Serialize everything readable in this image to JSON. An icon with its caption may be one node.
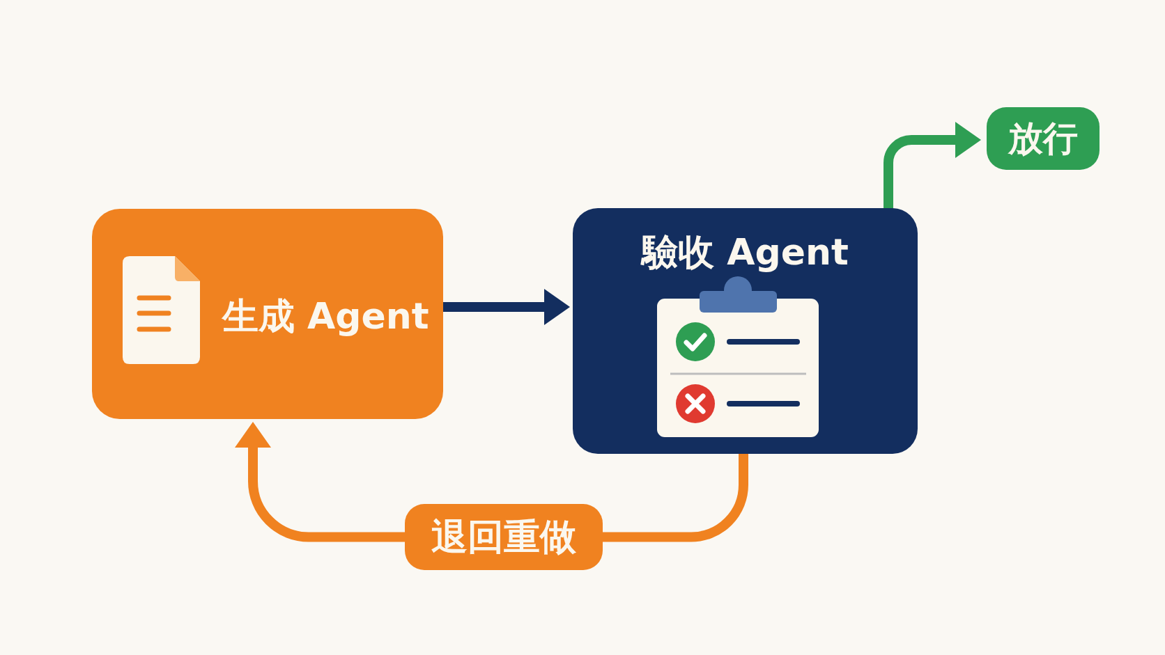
{
  "diagram": {
    "nodes": [
      {
        "text": [
          "生成 Agent"
        ]
      },
      {
        "text": [
          "驗收 Agent"
        ]
      },
      {
        "text": [
          "放行"
        ]
      },
      {
        "text": [
          "退回重做"
        ]
      }
    ],
    "edges": [
      {
        "from": 0,
        "to": 1,
        "arrow": "to",
        "color": "#132e5f"
      },
      {
        "from": 1,
        "to": 2,
        "arrow": "to",
        "color": "#2e9e53"
      },
      {
        "from": 1,
        "to": 3,
        "arrow": "none"
      },
      {
        "from": 3,
        "to": 0,
        "arrow": "to"
      }
    ]
  }
}
